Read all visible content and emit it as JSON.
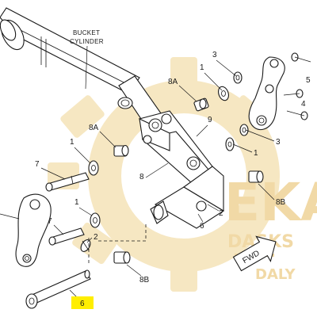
{
  "diagram": {
    "caption_line1": "BUCKET",
    "caption_line2": "CYLINDER",
    "callouts": {
      "c1_top": "1",
      "c1_mid": "1",
      "c1_low": "1",
      "c1_right": "1",
      "c2_mid": "2",
      "c2_low": "2",
      "c3_top": "3",
      "c3_right": "3",
      "c4": "4",
      "c5": "5",
      "c6_mid": "6",
      "c6_bottom": "6",
      "c7_top": "7",
      "c7_low": "7",
      "c8_mid": "8",
      "c8a_top": "8A",
      "c8a_mid": "8A",
      "c8b_right": "8B",
      "c8b_low": "8B",
      "c9": "9"
    },
    "fwd_label": "FWD"
  },
  "watermark": {
    "brand": "EKA",
    "line2": "DASKS",
    "line3": "DALY"
  },
  "colors": {
    "highlight_box": "#ffee00",
    "watermark": "#f2dca9",
    "line": "#1a1a1a"
  }
}
